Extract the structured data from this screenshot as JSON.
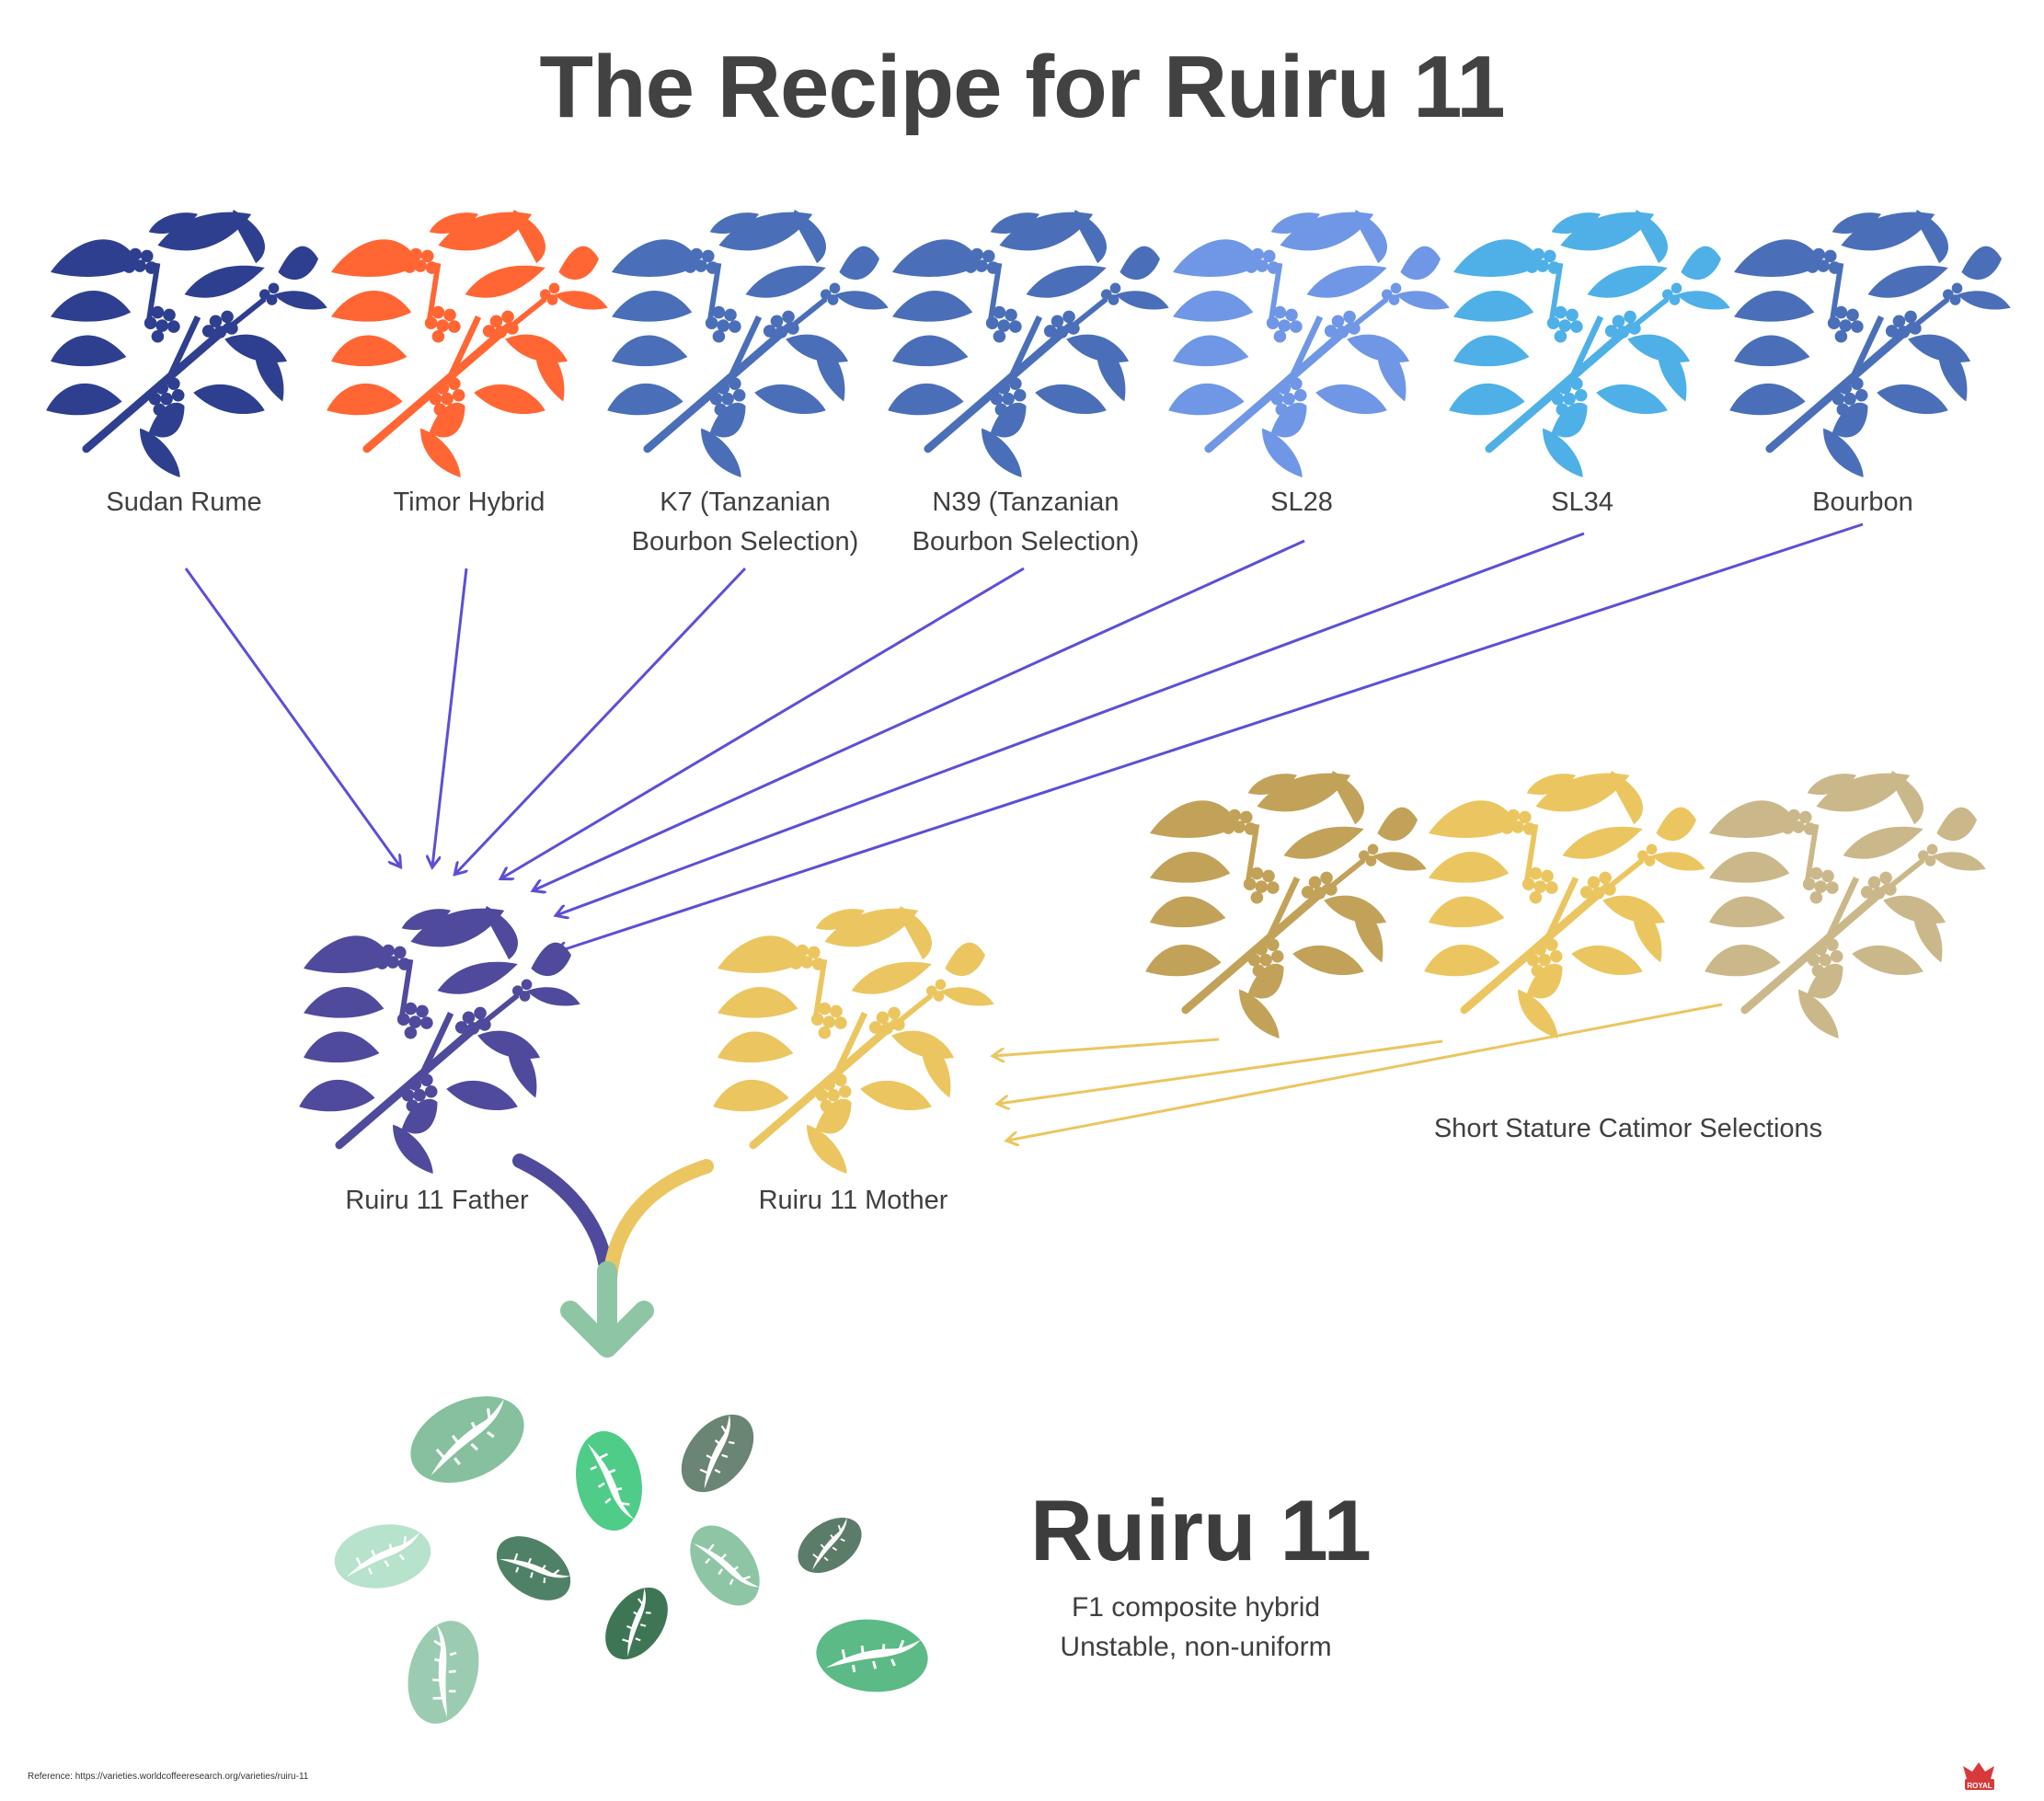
{
  "title": "The Recipe for Ruiru 11",
  "parents": [
    {
      "name": "Sudan Rume",
      "color": "#2e3f8f"
    },
    {
      "name": "Timor Hybrid",
      "color": "#ff6633"
    },
    {
      "name": "K7 (Tanzanian Bourbon Selection)",
      "line1": "K7 (Tanzanian",
      "line2": "Bourbon Selection)",
      "color": "#4a6fb8"
    },
    {
      "name": "N39 (Tanzanian Bourbon Selection)",
      "line1": "N39 (Tanzanian",
      "line2": "Bourbon Selection)",
      "color": "#4a6fb8"
    },
    {
      "name": "SL28",
      "color": "#6f97e6"
    },
    {
      "name": "SL34",
      "color": "#4eb0e6"
    },
    {
      "name": "Bourbon",
      "color": "#4a6fb8"
    }
  ],
  "father": {
    "name": "Ruiru 11 Father",
    "color": "#4f4a9c"
  },
  "mother": {
    "name": "Ruiru 11 Mother",
    "color": "#ebc660"
  },
  "catimor": {
    "label": "Short Stature Catimor Selections",
    "colors": [
      "#c2a259",
      "#ebc660",
      "#cbb88a"
    ]
  },
  "arrow_colors": {
    "parents": "#5c4fd6",
    "catimor": "#ebc660",
    "result": "#8ec6a5",
    "father_curve": "#4f4a9c",
    "mother_curve": "#ebc660"
  },
  "bean_colors": [
    "#86c09e",
    "#4fcc88",
    "#6a8573",
    "#b7e2cb",
    "#4f8166",
    "#8ec6a5",
    "#5c7c6a",
    "#3e7655",
    "#9bccb1",
    "#5cba86"
  ],
  "result": {
    "name": "Ruiru 11",
    "line1": "F1 composite hybrid",
    "line2": "Unstable, non-uniform"
  },
  "reference": "Reference: https://varieties.worldcoffeeresearch.org/varieties/ruiru-11",
  "logo_text": "ROYAL"
}
